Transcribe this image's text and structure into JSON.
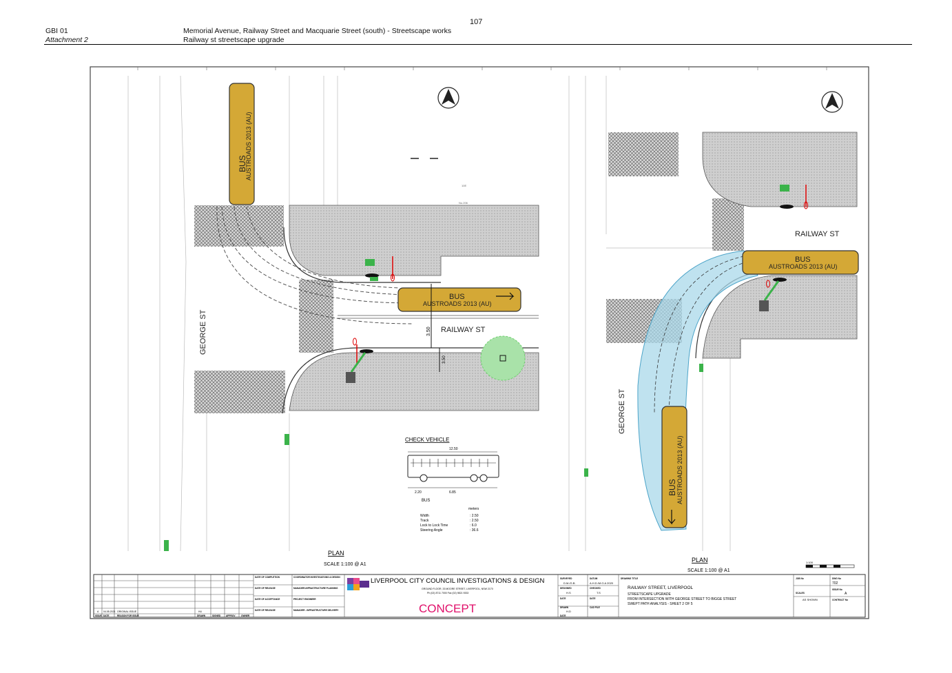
{
  "header": {
    "page_number": "107",
    "ref": "GBI 01",
    "attachment": "Attachment 2",
    "title": "Memorial Avenue, Railway Street and Macquarie Street (south) - Streetscape works",
    "subtitle": "Railway st streetscape upgrade"
  },
  "left_plan": {
    "street_george": "GEORGE  ST",
    "street_railway": "RAILWAY ST",
    "dim_1": "3.50",
    "dim_2": "3.50",
    "bus_label": "BUS",
    "bus_model": "AUSTROADS 2013 (AU)",
    "lot_1": "10E",
    "lot_2": "No.206",
    "plan_label": "PLAN",
    "scale": "SCALE 1:100 @ A1"
  },
  "check_vehicle": {
    "title": "CHECK VEHICLE",
    "length": "12.50",
    "dim_front": "2.20",
    "dim_wheelbase": "6.85",
    "vehicle_name": "BUS",
    "units_header": "meters",
    "specs": [
      {
        "label": "Width",
        "value": ": 2.50"
      },
      {
        "label": "Track",
        "value": ": 2.50"
      },
      {
        "label": "Lock to Lock Time",
        "value": ": 6.0"
      },
      {
        "label": "Steering Angle",
        "value": ": 36.6"
      }
    ]
  },
  "right_plan": {
    "street_george": "GEORGE  ST",
    "street_railway": "RAILWAY ST",
    "bus_label": "BUS",
    "bus_model": "AUSTROADS 2013 (AU)",
    "plan_label": "PLAN",
    "scale": "SCALE 1:100 @ A1",
    "scale_bar": "1:100"
  },
  "title_block": {
    "council": "LIVERPOOL CITY COUNCIL INVESTIGATIONS & DESIGN",
    "address": "GROUND FLOOR, 33 MOORE STREET, LIVERPOOL, NSW 2170",
    "phone": "Ph (02) 8711 7000    Fax (02) 9821 9333",
    "status": "CONCEPT",
    "approval_rows": [
      {
        "label": "DATE OF COMPLETION",
        "role": "COORDINATOR INVESTIGATIONS & DESIGN"
      },
      {
        "label": "DATE OF RELEASE",
        "role": "MANAGER-INFRASTRUCTURE PLANNING"
      },
      {
        "label": "DATE OF ACCEPTANCE",
        "role": "PROJECT ENGINEER"
      },
      {
        "label": "DATE OF RELEASE",
        "role": "MANAGER - INFRASTRUCTURE DELIVERY"
      }
    ],
    "revision": {
      "issue": "A",
      "date": "04.05.2021",
      "reason": "ORIGINAL ISSUE",
      "drawn": "HU"
    },
    "revision_headers": [
      "ISSUE",
      "DATE",
      "REASON FOR ISSUE",
      "DRAWN",
      "SIGNED",
      "APPROV",
      "OWNER"
    ],
    "surveyed": "SURVEYED",
    "surveyed_val": "D.M./G.B.",
    "datum": "DATUM",
    "datum_val": "A.H.D./M.G.A 2020",
    "designed": "DESIGNED",
    "designed_val": "H.S",
    "checked": "CHECKED",
    "checked_val": "T.S",
    "drawn": "DRAWN",
    "drawn_val": "H.D",
    "cad_file": "CAD FILE",
    "date_label": "DATE",
    "drawing_title_label": "DRAWING TITLE",
    "drawing_title_1": "RAILWAY STREET, LIVERPOOL",
    "drawing_title_2": "STREETSCAPE UPGRADE",
    "drawing_title_3": "FROM INTERSECTION WITH GEORGE STREET TO BIGGE STREET",
    "drawing_title_4": "SWEPT PATH ANALYSIS - SHEET 2 OF 5",
    "job_label": "JOB No",
    "dwg_label": "DWG No",
    "dwg_val": "702",
    "scales_label": "SCALES",
    "scales_val": "AS SHOWN",
    "issue_label": "ISSUE No",
    "issue_val": "A",
    "contract_label": "CONTRACT No"
  },
  "colors": {
    "bus_fill": "#d4a836",
    "pavers": "#c9c9c9",
    "swept_path": "#aad8ea",
    "concept_text": "#e0106a",
    "tree": "#6fd06f"
  }
}
